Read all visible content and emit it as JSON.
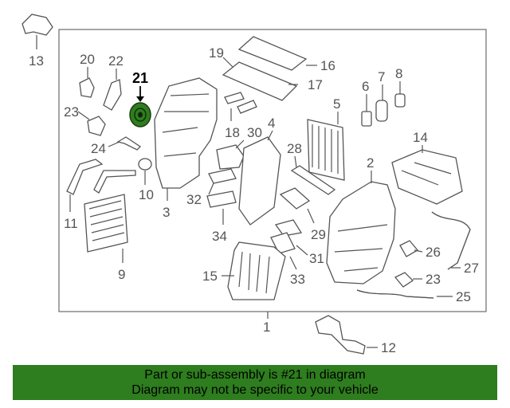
{
  "diagram": {
    "highlighted_part": "21",
    "highlight_color": "#2e7d1e",
    "labels": {
      "p1": "1",
      "p2": "2",
      "p3": "3",
      "p4": "4",
      "p5": "5",
      "p6": "6",
      "p7": "7",
      "p8": "8",
      "p9": "9",
      "p10": "10",
      "p11": "11",
      "p12": "12",
      "p13": "13",
      "p14": "14",
      "p15": "15",
      "p16": "16",
      "p17": "17",
      "p18": "18",
      "p19": "19",
      "p20": "20",
      "p21": "21",
      "p22": "22",
      "p23a": "23",
      "p23b": "23",
      "p24": "24",
      "p25": "25",
      "p26": "26",
      "p27": "27",
      "p28": "28",
      "p29": "29",
      "p30": "30",
      "p31": "31",
      "p32": "32",
      "p33": "33",
      "p34": "34"
    }
  },
  "banner": {
    "line1": "Part or sub-assembly is #21 in diagram",
    "line2": "Diagram may not be specific to your vehicle",
    "color": "#2e7d1e"
  }
}
